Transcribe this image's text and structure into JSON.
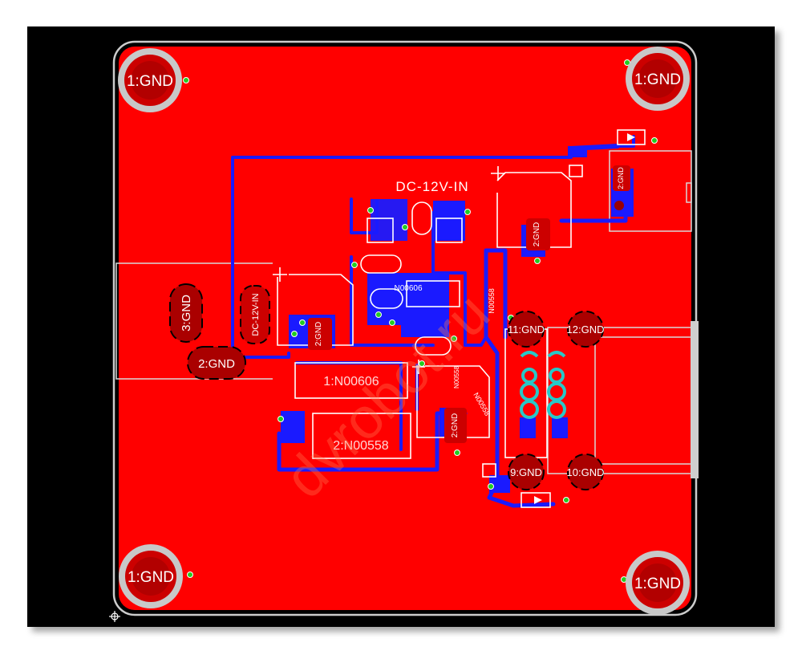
{
  "board": {
    "title": "DC-12V-IN",
    "watermark": "dvrobot.ru",
    "colors": {
      "background": "#000000",
      "copper_top": "#ff0000",
      "copper_bottom": "#1a1aff",
      "silkscreen": "#ffffff",
      "outline": "#c8c8c8",
      "via": "#22cc22"
    }
  },
  "mount_holes": {
    "top_left": "1:GND",
    "top_right": "1:GND",
    "bottom_left": "1:GND",
    "bottom_right": "1:GND"
  },
  "dc_jack": {
    "pin3": "3:GND",
    "pin2": "2:GND",
    "label": "DC-12V-IN"
  },
  "usb": {
    "pin11": "11:GND",
    "pin12": "12:GND",
    "pin9": "9:GND",
    "pin10": "10:GND"
  },
  "caps": {
    "c1_pin": "2:GND",
    "c2_pin": "2:GND",
    "c3_pin": "2:GND",
    "c4_pin": "2:GND"
  },
  "components": {
    "n00606_small": "N00606",
    "n00558_vertical": "N00558",
    "n00606_big": "1:N00606",
    "n00558_big": "2:N00558",
    "n00558_small": "N00558",
    "n00558_diag": "N00558"
  }
}
